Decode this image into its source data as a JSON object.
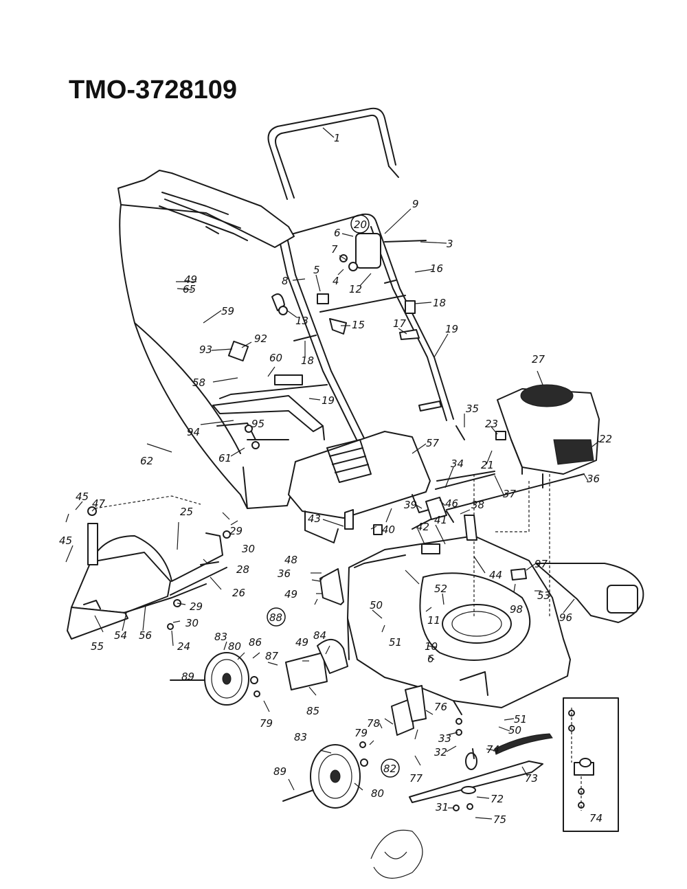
{
  "title": "TMO-3728109",
  "callouts": [
    {
      "id": "c1",
      "text": "1"
    },
    {
      "id": "c3",
      "text": "3"
    },
    {
      "id": "c4",
      "text": "4"
    },
    {
      "id": "c5",
      "text": "5"
    },
    {
      "id": "c6a",
      "text": "6"
    },
    {
      "id": "c6b",
      "text": "6"
    },
    {
      "id": "c7",
      "text": "7"
    },
    {
      "id": "c8",
      "text": "8"
    },
    {
      "id": "c9",
      "text": "9"
    },
    {
      "id": "c10",
      "text": "10"
    },
    {
      "id": "c11",
      "text": "11"
    },
    {
      "id": "c12",
      "text": "12"
    },
    {
      "id": "c13",
      "text": "13"
    },
    {
      "id": "c15",
      "text": "15"
    },
    {
      "id": "c16",
      "text": "16"
    },
    {
      "id": "c17",
      "text": "17"
    },
    {
      "id": "c18a",
      "text": "18"
    },
    {
      "id": "c18b",
      "text": "18"
    },
    {
      "id": "c19a",
      "text": "19"
    },
    {
      "id": "c19b",
      "text": "19"
    },
    {
      "id": "c20",
      "text": "20"
    },
    {
      "id": "c21",
      "text": "21"
    },
    {
      "id": "c22",
      "text": "22"
    },
    {
      "id": "c23",
      "text": "23"
    },
    {
      "id": "c24",
      "text": "24"
    },
    {
      "id": "c25",
      "text": "25"
    },
    {
      "id": "c26",
      "text": "26"
    },
    {
      "id": "c27",
      "text": "27"
    },
    {
      "id": "c28",
      "text": "28"
    },
    {
      "id": "c29a",
      "text": "29"
    },
    {
      "id": "c29b",
      "text": "29"
    },
    {
      "id": "c30a",
      "text": "30"
    },
    {
      "id": "c30b",
      "text": "30"
    },
    {
      "id": "c31",
      "text": "31"
    },
    {
      "id": "c32",
      "text": "32"
    },
    {
      "id": "c33",
      "text": "33"
    },
    {
      "id": "c34",
      "text": "34"
    },
    {
      "id": "c35",
      "text": "35"
    },
    {
      "id": "c36a",
      "text": "36"
    },
    {
      "id": "c36b",
      "text": "36"
    },
    {
      "id": "c37",
      "text": "37"
    },
    {
      "id": "c38",
      "text": "38"
    },
    {
      "id": "c39",
      "text": "39"
    },
    {
      "id": "c40",
      "text": "40"
    },
    {
      "id": "c41",
      "text": "41"
    },
    {
      "id": "c42",
      "text": "42"
    },
    {
      "id": "c43",
      "text": "43"
    },
    {
      "id": "c44",
      "text": "44"
    },
    {
      "id": "c45a",
      "text": "45"
    },
    {
      "id": "c45b",
      "text": "45"
    },
    {
      "id": "c46",
      "text": "46"
    },
    {
      "id": "c47",
      "text": "47"
    },
    {
      "id": "c48",
      "text": "48"
    },
    {
      "id": "c49a",
      "text": "49"
    },
    {
      "id": "c49b",
      "text": "49"
    },
    {
      "id": "c49c",
      "text": "49"
    },
    {
      "id": "c50a",
      "text": "50"
    },
    {
      "id": "c50b",
      "text": "50"
    },
    {
      "id": "c51a",
      "text": "51"
    },
    {
      "id": "c51b",
      "text": "51"
    },
    {
      "id": "c52",
      "text": "52"
    },
    {
      "id": "c53",
      "text": "53"
    },
    {
      "id": "c54",
      "text": "54"
    },
    {
      "id": "c55",
      "text": "55"
    },
    {
      "id": "c56",
      "text": "56"
    },
    {
      "id": "c57",
      "text": "57"
    },
    {
      "id": "c58",
      "text": "58"
    },
    {
      "id": "c59",
      "text": "59"
    },
    {
      "id": "c60",
      "text": "60"
    },
    {
      "id": "c61",
      "text": "61"
    },
    {
      "id": "c62",
      "text": "62"
    },
    {
      "id": "c65",
      "text": "65"
    },
    {
      "id": "c72",
      "text": "72"
    },
    {
      "id": "c73",
      "text": "73"
    },
    {
      "id": "c74a",
      "text": "74"
    },
    {
      "id": "c74b",
      "text": "74"
    },
    {
      "id": "c75",
      "text": "75"
    },
    {
      "id": "c76",
      "text": "76"
    },
    {
      "id": "c77",
      "text": "77"
    },
    {
      "id": "c78",
      "text": "78"
    },
    {
      "id": "c79a",
      "text": "79"
    },
    {
      "id": "c79b",
      "text": "79"
    },
    {
      "id": "c80a",
      "text": "80"
    },
    {
      "id": "c80b",
      "text": "80"
    },
    {
      "id": "c83a",
      "text": "83"
    },
    {
      "id": "c83b",
      "text": "83"
    },
    {
      "id": "c84",
      "text": "84"
    },
    {
      "id": "c85",
      "text": "85"
    },
    {
      "id": "c86",
      "text": "86"
    },
    {
      "id": "c87",
      "text": "87"
    },
    {
      "id": "c89a",
      "text": "89"
    },
    {
      "id": "c89b",
      "text": "89"
    },
    {
      "id": "c92",
      "text": "92"
    },
    {
      "id": "c93",
      "text": "93"
    },
    {
      "id": "c94",
      "text": "94"
    },
    {
      "id": "c95",
      "text": "95"
    },
    {
      "id": "c96",
      "text": "96"
    },
    {
      "id": "c97",
      "text": "97"
    },
    {
      "id": "c98",
      "text": "98"
    },
    {
      "id": "c82",
      "text": "82"
    },
    {
      "id": "c88",
      "text": "88"
    }
  ]
}
